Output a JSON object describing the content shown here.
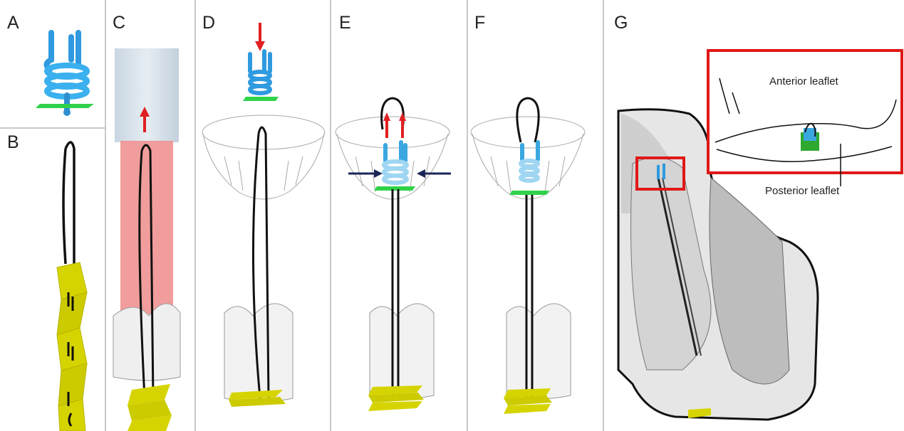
{
  "panels": {
    "a": "A",
    "b": "B",
    "c": "C",
    "d": "D",
    "e": "E",
    "f": "F",
    "g": "G"
  },
  "inset": {
    "anterior": "Anterior leaflet",
    "posterior": "Posterior leaflet"
  },
  "colors": {
    "clip_blue": "#3aa7e0",
    "clip_light_blue": "#9fd6f2",
    "plate_green": "#2fd24a",
    "anchor_yellow": "#d8d400",
    "arrow_red": "#e02020",
    "arrow_navy": "#1a2456",
    "highlight_red": "#e01818",
    "catheter_pink": "#f08c8c"
  }
}
